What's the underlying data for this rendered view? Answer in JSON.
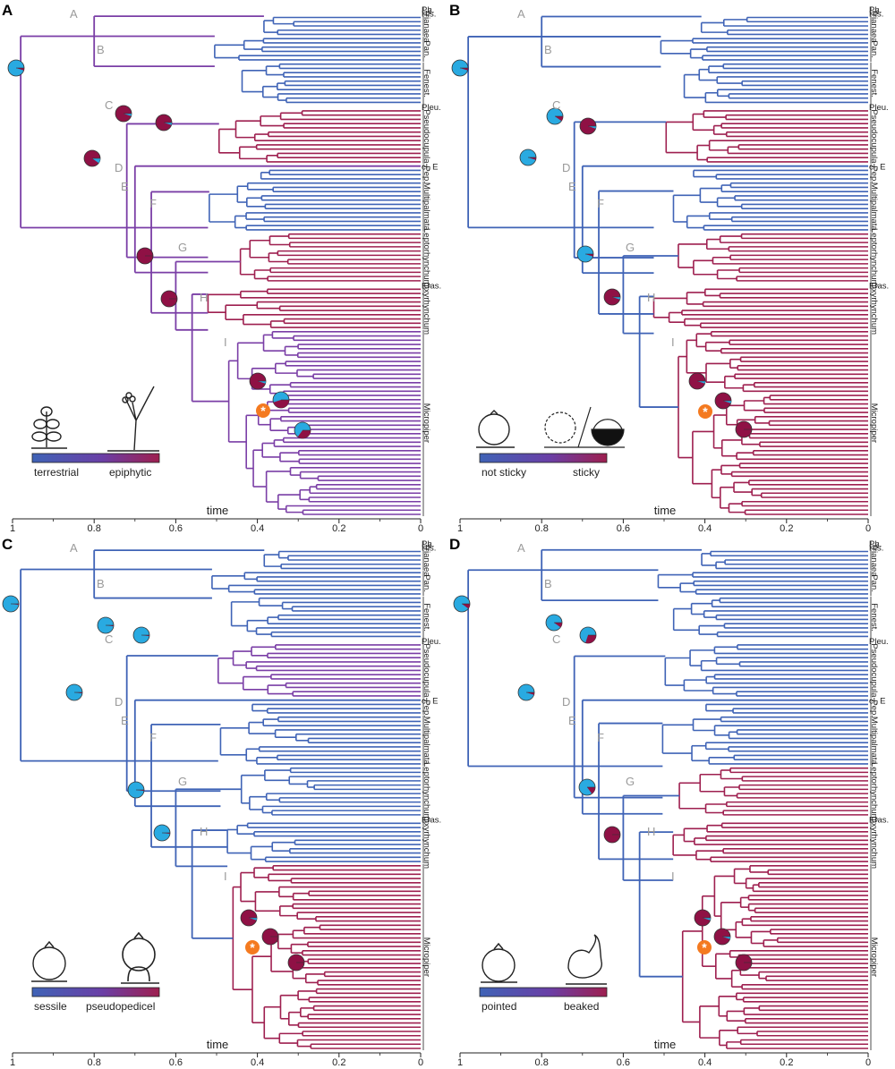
{
  "colors": {
    "blue": "#3f63b6",
    "red": "#9e1f4f",
    "purple": "#7a3ea6",
    "pie_blue": "#29aae1",
    "pie_red": "#8f1145",
    "asterisk": "#f47a20",
    "grey_label": "#9a9a9a"
  },
  "axis": {
    "label": "time",
    "ticks": [
      "1",
      "0.8",
      "0.6",
      "0.4",
      "0.2",
      "0"
    ]
  },
  "node_letters": [
    "A",
    "B",
    "C",
    "D",
    "E",
    "F",
    "G",
    "H",
    "I"
  ],
  "clades": [
    {
      "label": "Ph.",
      "orientation": "horizontal"
    },
    {
      "label": "His.",
      "orientation": "horizontal"
    },
    {
      "label": "Trianaea",
      "orientation": "vertical"
    },
    {
      "label": "Pan.",
      "orientation": "vertical"
    },
    {
      "label": "Fenest.",
      "orientation": "vertical"
    },
    {
      "label": "Pleu.",
      "orientation": "horizontal"
    },
    {
      "label": "Pseudocupula",
      "orientation": "vertical"
    },
    {
      "label": "cl. E",
      "orientation": "horizontal"
    },
    {
      "label": "Pep.",
      "orientation": "vertical"
    },
    {
      "label": "Multipalmata",
      "orientation": "vertical"
    },
    {
      "label": "Leptorhynchum",
      "orientation": "vertical"
    },
    {
      "label": "Eras.",
      "orientation": "horizontal"
    },
    {
      "label": "Oxyrhynchum",
      "orientation": "vertical"
    },
    {
      "label": "Micropiper",
      "orientation": "vertical"
    }
  ],
  "panels": [
    {
      "letter": "A",
      "legend_left": "terrestrial",
      "legend_right": "epiphytic",
      "icon_left": "terrestrial-plant-icon",
      "icon_right": "epiphytic-tree-icon"
    },
    {
      "letter": "B",
      "legend_left": "not sticky",
      "legend_right": "sticky",
      "icon_left": "smooth-fruit-icon",
      "icon_right": "sticky-fruit-icon"
    },
    {
      "letter": "C",
      "legend_left": "sessile",
      "legend_right": "pseudopedicel",
      "icon_left": "sessile-fruit-icon",
      "icon_right": "pseudopedicel-fruit-icon"
    },
    {
      "letter": "D",
      "legend_left": "pointed",
      "legend_right": "beaked",
      "icon_left": "pointed-fruit-icon",
      "icon_right": "beaked-fruit-icon"
    }
  ]
}
